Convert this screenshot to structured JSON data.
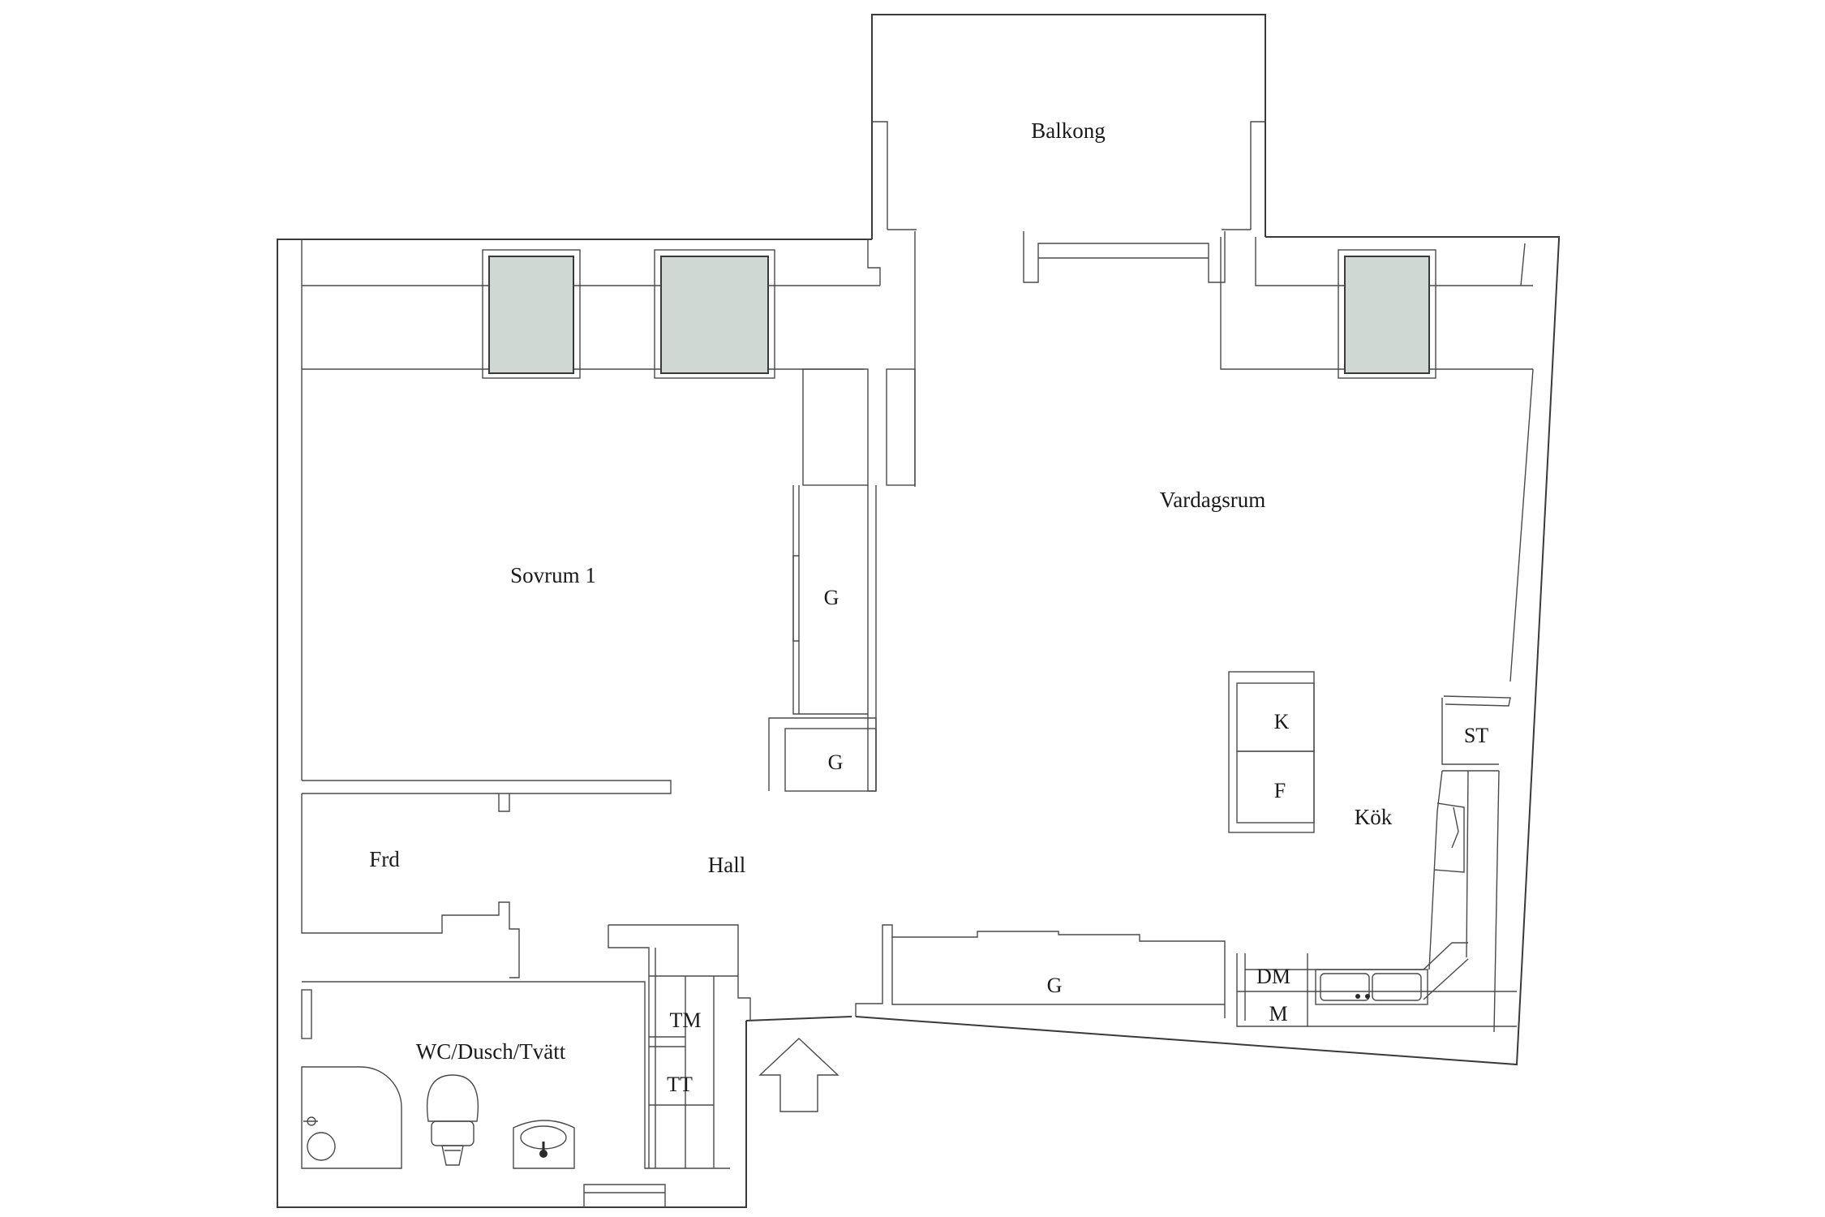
{
  "rooms": {
    "balkong": "Balkong",
    "vardagsrum": "Vardagsrum",
    "sovrum": "Sovrum 1",
    "hall": "Hall",
    "frd": "Frd",
    "kok": "Kök",
    "wc": "WC/Dusch/Tvätt"
  },
  "fixtures": {
    "wardrobe_1": "G",
    "wardrobe_2": "G",
    "wardrobe_3": "G",
    "fridge": "K",
    "freezer": "F",
    "stove": "ST",
    "dishwasher": "DM",
    "microwave": "M",
    "dryer": "TM",
    "tumble": "TT"
  },
  "colors": {
    "wall": "#3a3a3a",
    "window_glass": "#cfd8d3"
  },
  "icons": [
    "entrance-arrow-icon",
    "sink-icon",
    "toilet-icon",
    "shower-icon",
    "kitchen-sink-icon"
  ]
}
